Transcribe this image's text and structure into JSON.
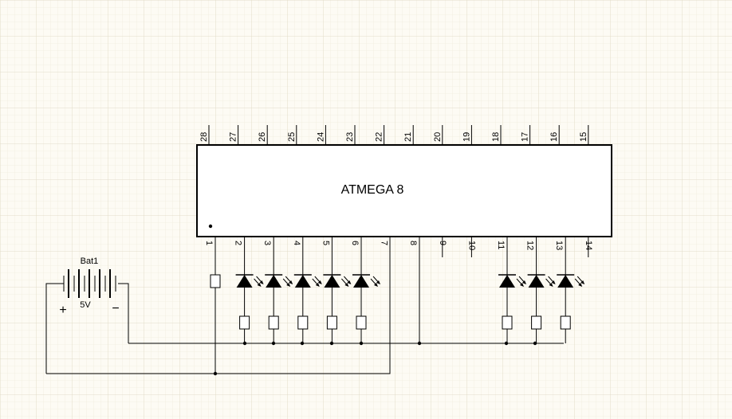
{
  "chip": {
    "label": "ATMEGA 8",
    "top_pins": [
      "28",
      "27",
      "26",
      "25",
      "24",
      "23",
      "22",
      "21",
      "20",
      "19",
      "18",
      "17",
      "16",
      "15"
    ],
    "bottom_pins": [
      "1",
      "2",
      "3",
      "4",
      "5",
      "6",
      "7",
      "8",
      "9",
      "10",
      "11",
      "12",
      "13",
      "14"
    ]
  },
  "battery": {
    "name": "Bat1",
    "voltage": "5V",
    "plus": "+",
    "minus": "−"
  },
  "colors": {
    "wire": "#000000",
    "grid_minor": "#ece8d6",
    "grid_major": "#ddd8c2",
    "background": "#fdfbf4"
  }
}
